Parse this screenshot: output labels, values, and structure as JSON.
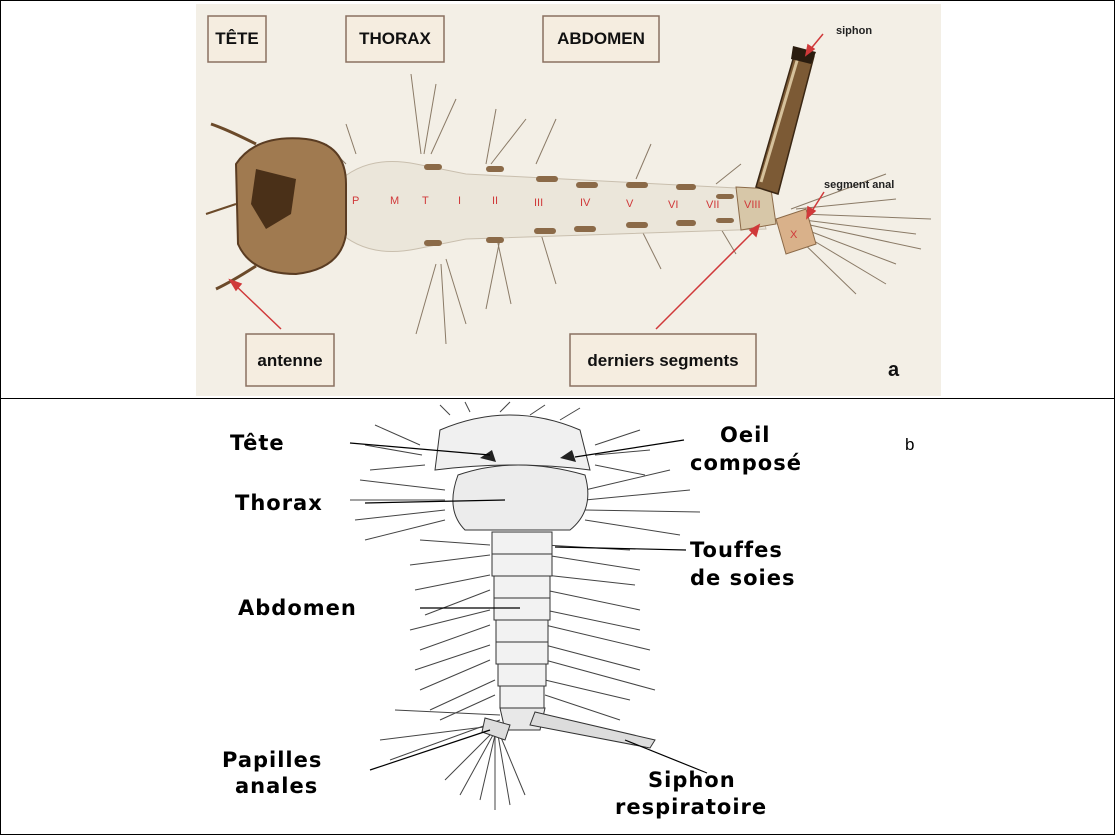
{
  "panel_a": {
    "tag": "a",
    "boxes": {
      "tete": "TÊTE",
      "thorax": "THORAX",
      "abdomen": "ABDOMEN",
      "antenne": "antenne",
      "derniers": "derniers segments"
    },
    "small": {
      "siphon": "siphon",
      "segment_anal": "segment anal"
    },
    "segments": [
      "P",
      "M",
      "T",
      "I",
      "II",
      "III",
      "IV",
      "V",
      "VI",
      "VII",
      "VIII",
      "X"
    ]
  },
  "panel_b": {
    "tag": "b",
    "labels": {
      "tete": "Tête",
      "thorax": "Thorax",
      "abdomen": "Abdomen",
      "oeil_1": "Oeil",
      "oeil_2": "composé",
      "touffes_1": "Touffes",
      "touffes_2": "de soies",
      "papilles_1": "Papilles",
      "papilles_2": "anales",
      "siphon_1": "Siphon",
      "siphon_2": "respiratoire"
    }
  },
  "colors": {
    "photo_bg": "#f3efe6",
    "head_brown": "#6b4a2a",
    "body_pale": "#ebe6da",
    "red_arrow": "#d0393a"
  }
}
